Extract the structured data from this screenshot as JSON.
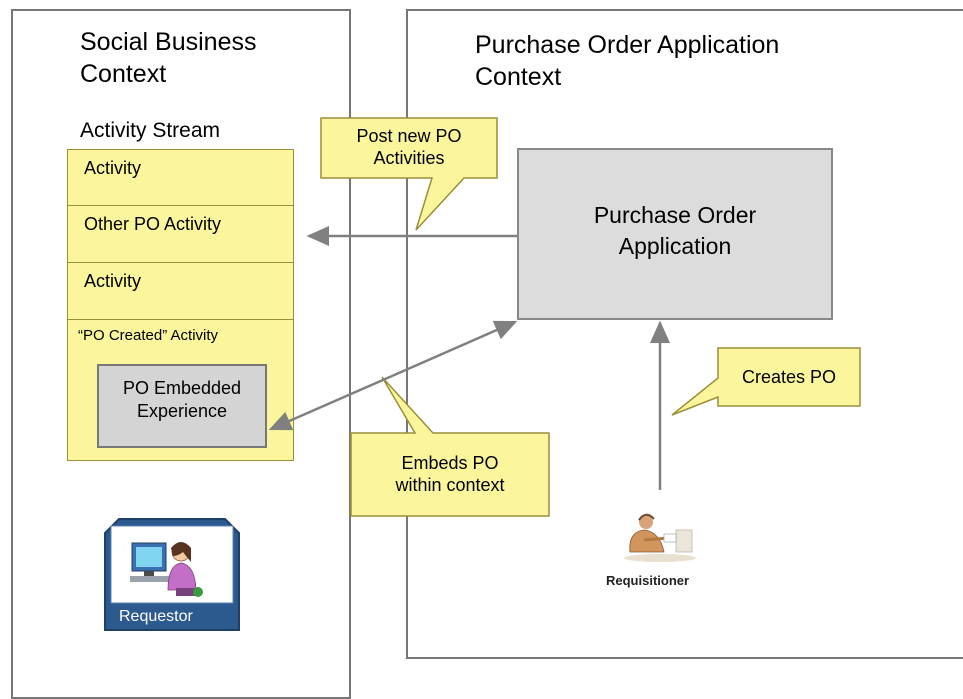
{
  "social_context": {
    "title": "Social Business\nContext",
    "stream_label": "Activity Stream",
    "activities": [
      "Activity",
      "Other PO Activity",
      "Activity",
      "“PO Created” Activity"
    ],
    "embedded_label": "PO Embedded\nExperience",
    "requestor_label": "Requestor"
  },
  "po_context": {
    "title": "Purchase Order Application\nContext",
    "app_label": "Purchase Order\nApplication",
    "requisitioner_label": "Requisitioner"
  },
  "callouts": {
    "post": "Post new PO\nActivities",
    "embeds": "Embeds PO\nwithin context",
    "creates": "Creates PO"
  },
  "colors": {
    "callout_fill": "#fbf59b",
    "box_gray": "#dcdcdc",
    "arrow": "#808080",
    "requestor_blue": "#2d5a8e"
  },
  "icons": [
    "person-at-computer-icon",
    "requisitioner-person-icon"
  ]
}
